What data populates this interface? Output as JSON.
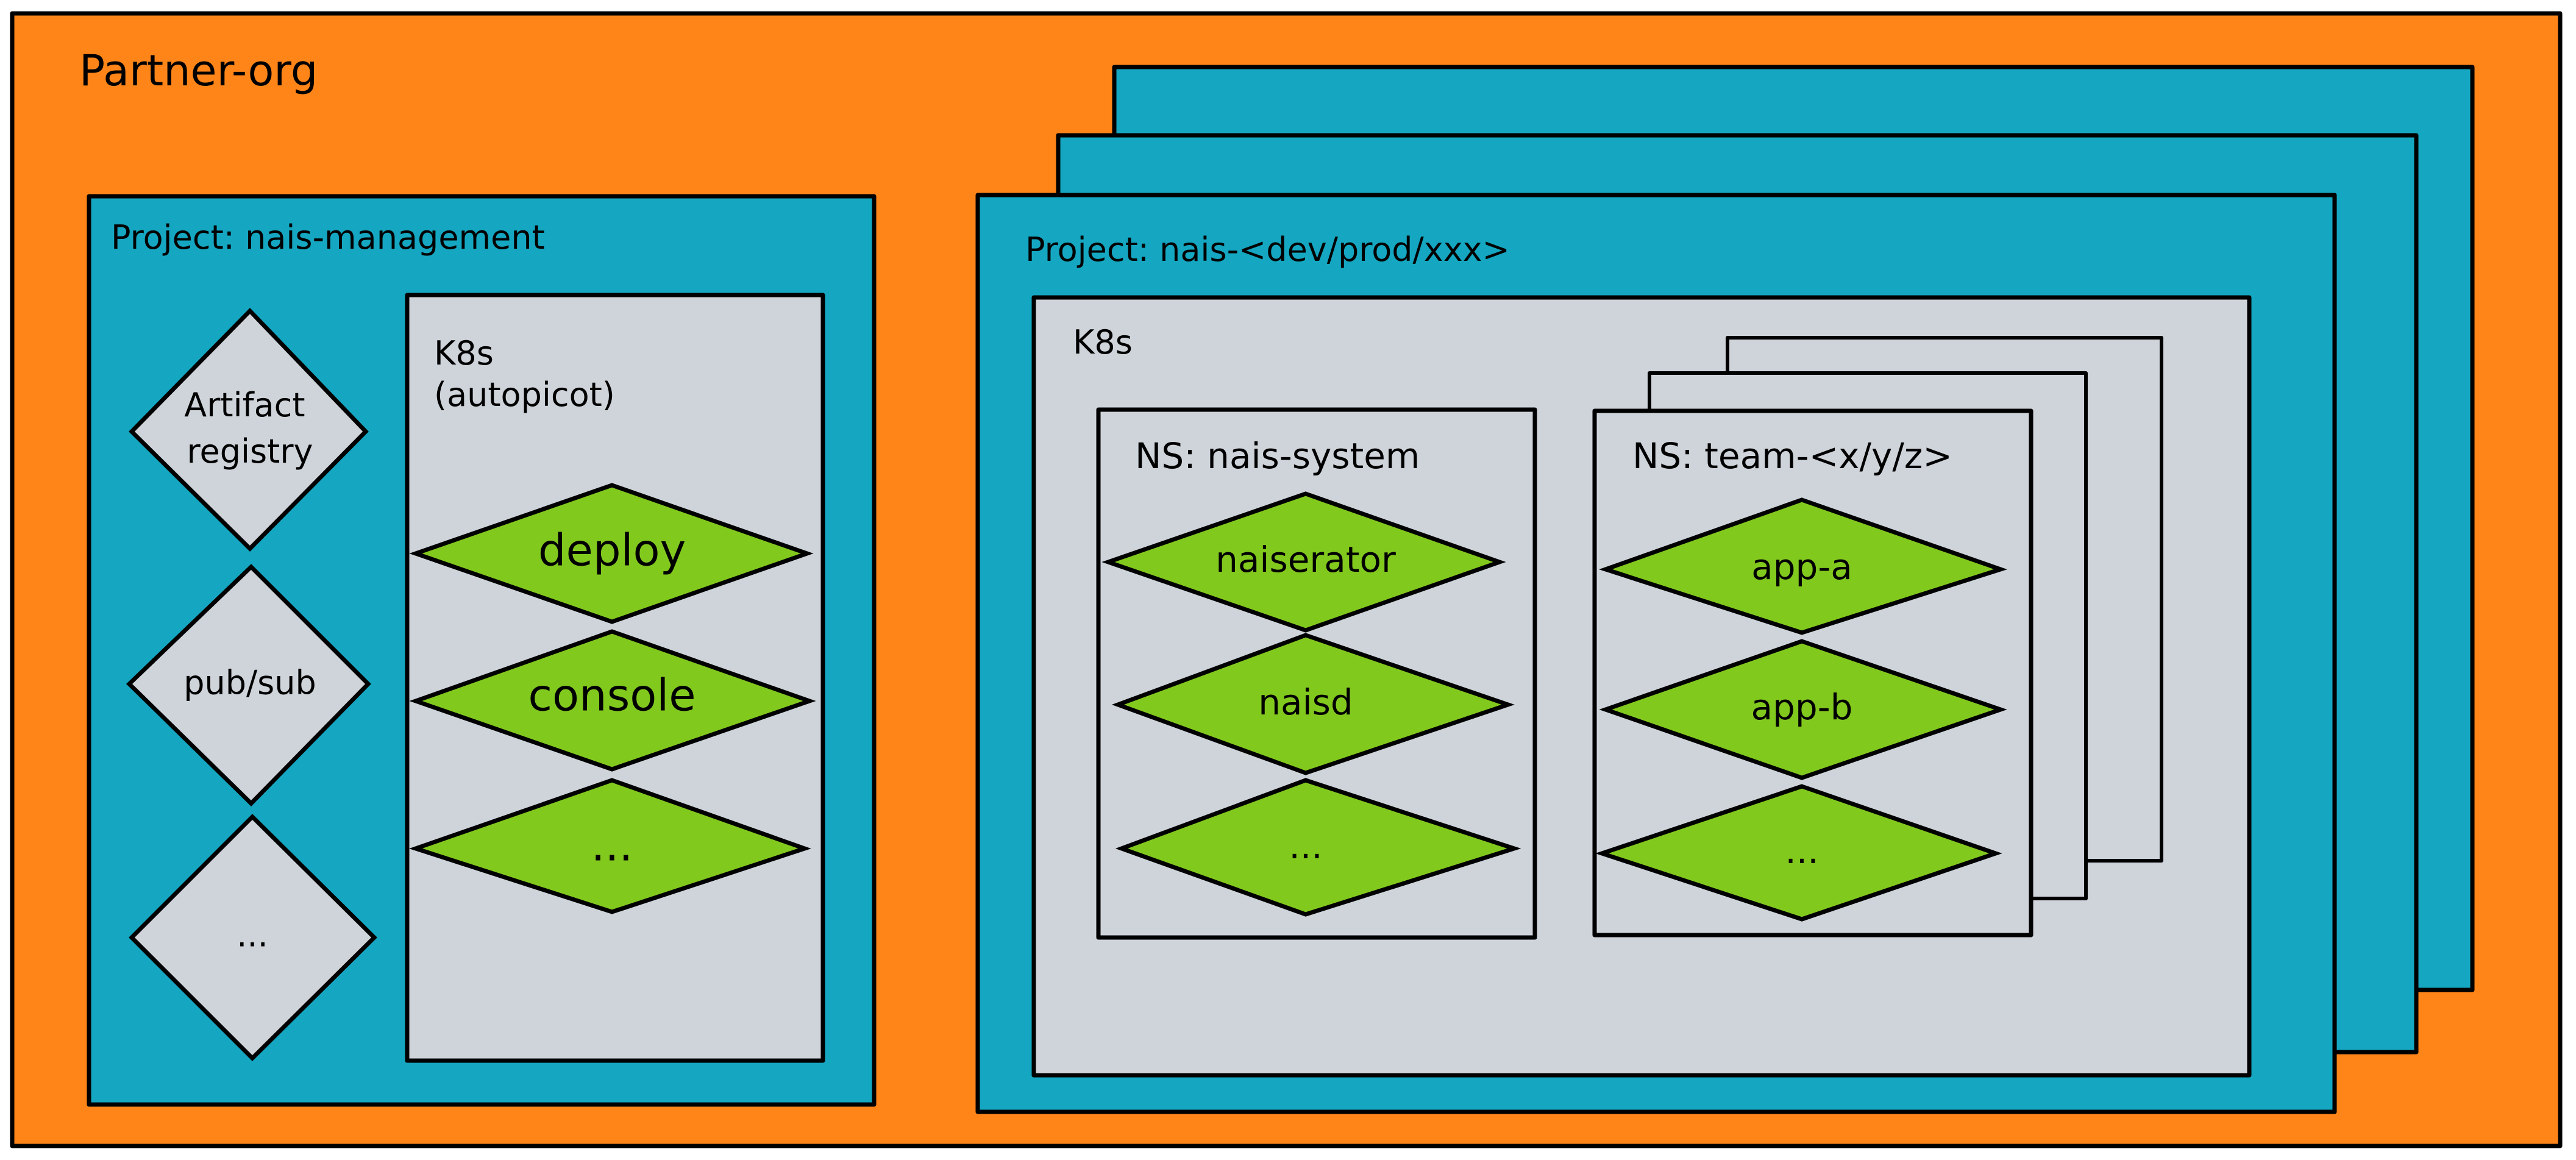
{
  "colors": {
    "org": "#FF8519",
    "project": "#15A7C1",
    "cluster": "#CFD4DB",
    "workload": "#82C91E",
    "outline": "#000000"
  },
  "org": {
    "title": "Partner-org"
  },
  "management_project": {
    "title": "Project: nais-management",
    "services": [
      "Artifact registry",
      "pub/sub",
      "..."
    ],
    "cluster": {
      "title_line1": "K8s",
      "title_line2": "(autopicot)",
      "workloads": [
        "deploy",
        "console",
        "..."
      ]
    }
  },
  "env_project": {
    "title": "Project: nais-<dev/prod/xxx>",
    "cluster": {
      "title": "K8s",
      "system_namespace": {
        "title": "NS: nais-system",
        "workloads": [
          "naiserator",
          "naisd",
          "..."
        ]
      },
      "team_namespace": {
        "title": "NS: team-<x/y/z>",
        "workloads": [
          "app-a",
          "app-b",
          "..."
        ]
      }
    }
  }
}
